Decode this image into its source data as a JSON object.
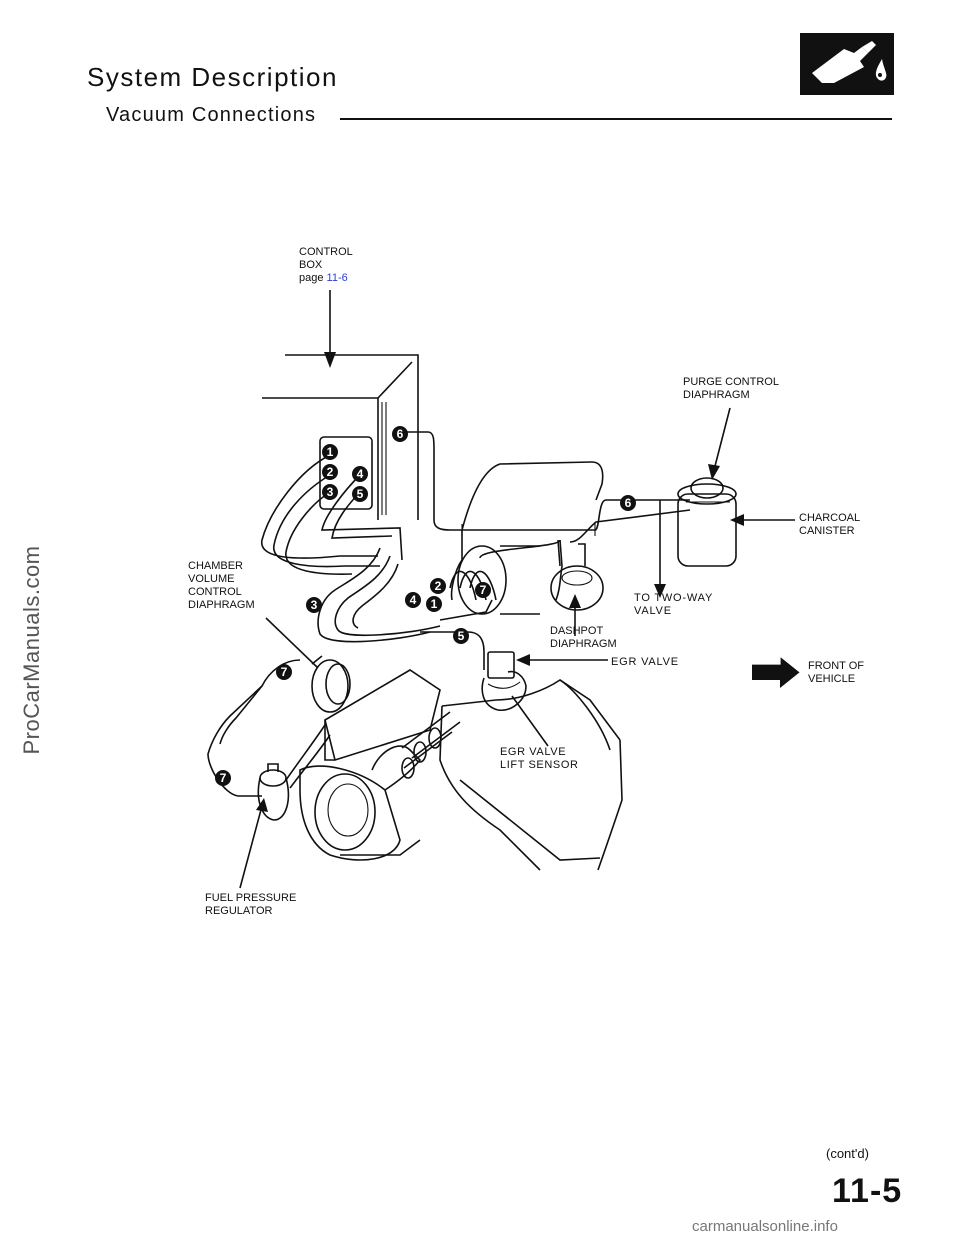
{
  "header": {
    "title": "System Description",
    "subtitle": "Vacuum Connections"
  },
  "watermarks": {
    "side": "ProCarManuals.com",
    "bottom": "carmanualsonline.info"
  },
  "labels": {
    "control_box": {
      "line1": "CONTROL",
      "line2": "BOX",
      "page_prefix": "page",
      "page_ref": "11-6"
    },
    "purge_control": {
      "line1": "PURGE CONTROL",
      "line2": "DIAPHRAGM"
    },
    "charcoal_canister": {
      "line1": "CHARCOAL",
      "line2": "CANISTER"
    },
    "chamber_volume": {
      "line1": "CHAMBER",
      "line2": "VOLUME",
      "line3": "CONTROL",
      "line4": "DIAPHRAGM"
    },
    "two_way_valve": {
      "line1": "TO  TWO-WAY",
      "line2": "VALVE"
    },
    "dashpot": {
      "line1": "DASHPOT",
      "line2": "DIAPHRAGM"
    },
    "egr_valve": {
      "line1": "EGR VALVE"
    },
    "front_of_vehicle": {
      "line1": "FRONT OF",
      "line2": "VEHICLE"
    },
    "egr_lift_sensor": {
      "line1": "EGR VALVE",
      "line2": "LIFT  SENSOR"
    },
    "fuel_pressure": {
      "line1": "FUEL PRESSURE",
      "line2": "REGULATOR"
    }
  },
  "hose_numbers": [
    "1",
    "2",
    "3",
    "4",
    "5",
    "6",
    "7"
  ],
  "footer": {
    "contd": "(cont'd)",
    "page_number": "11-5"
  }
}
